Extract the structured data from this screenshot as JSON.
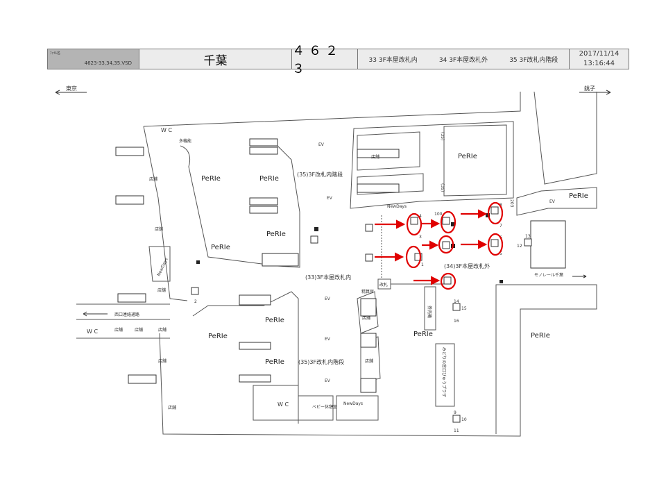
{
  "header": {
    "file_label": "ﾌｧｲﾙ名",
    "file_name": "4623-33,34,35.VSD",
    "station": "千葉",
    "code": "４６２３",
    "areas": [
      "33 3F本屋改札内",
      "34 3F本屋改札外",
      "35 3F改札内階段"
    ],
    "date": "2017/11/14",
    "time": "13:16:44"
  },
  "directions": {
    "left": "東京",
    "right": "銚子"
  },
  "labels": {
    "wc_top": "W C",
    "multi": "多機能",
    "shop": "店舗",
    "newdays": "NewDays",
    "west_passage": "西口連絡通路",
    "wc": "W C",
    "perie": "PeRIe",
    "stairs35": "(35)3F改札内階段",
    "ev": "EV",
    "area35": "(35)",
    "area33": "(33)3F本屋改札内",
    "area34": "(34)3F本屋改札外",
    "gate": "改札",
    "ticket": "券売機",
    "midori": "みどりの窓口びゅうプラザ",
    "monorail": "モノレール千葉",
    "baby": "ベビー休憩室",
    "seisan": "精算所",
    "n100": "100",
    "n203": "203"
  },
  "camera_numbers": [
    "1",
    "2",
    "3",
    "4",
    "5",
    "6",
    "7",
    "8",
    "9",
    "10",
    "11",
    "12",
    "13",
    "14",
    "15",
    "16"
  ],
  "colors": {
    "highlight": "#e00000",
    "line": "#555555"
  }
}
